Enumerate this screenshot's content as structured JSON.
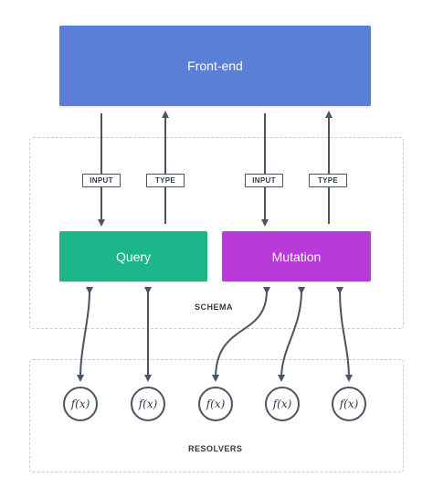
{
  "frontend_label": "Front-end",
  "schema_label": "SCHEMA",
  "resolvers_label": "RESOLVERS",
  "query_label": "Query",
  "mutation_label": "Mutation",
  "tags": {
    "input": "INPUT",
    "type": "TYPE"
  },
  "resolver_fn": "f(x)",
  "colors": {
    "frontend": "#5b7fd6",
    "query": "#1db58a",
    "mutation": "#b93ad8",
    "stroke": "#4a5563",
    "dashed_border": "#c8ccd2"
  }
}
